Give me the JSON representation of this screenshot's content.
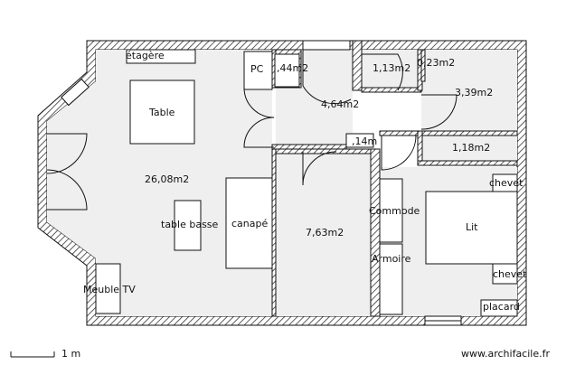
{
  "rooms": {
    "living": "26,08m2",
    "bedroom": "7,63m2",
    "hall": "4,64m2",
    "wc": ",44m2",
    "bath": "1,13m2",
    "closet_top": "0,23m2",
    "room_right": "3,39m2",
    "corridor_right": "1,18m2",
    "small": ",14m"
  },
  "furniture": {
    "shelf": "étagère",
    "pc": "PC",
    "table": "Table",
    "coffee_table": "table basse",
    "sofa": "canapé",
    "tv_unit": "Meuble TV",
    "dresser": "Commode",
    "wardrobe": "Armoire",
    "bed": "Lit",
    "nightstand_top": "chevet",
    "nightstand_bottom": "chevet",
    "cupboard": "placard"
  },
  "footer": {
    "scale": "1 m",
    "site": "www.archifacile.fr"
  }
}
